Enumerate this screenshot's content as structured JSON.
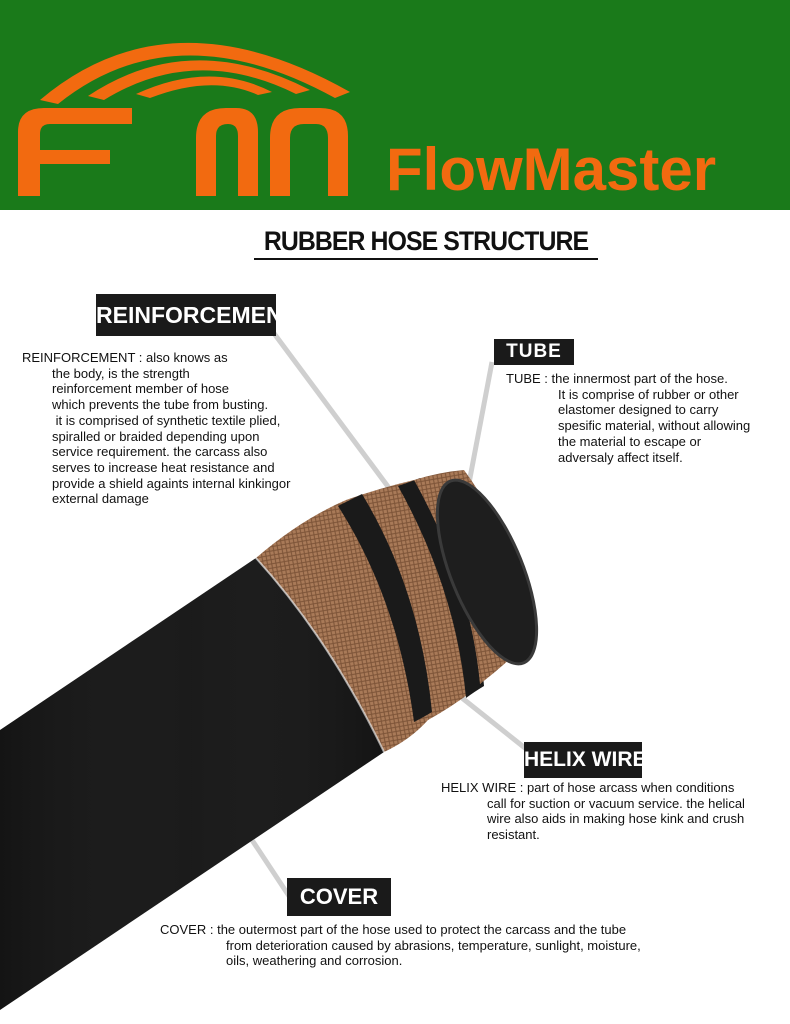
{
  "header": {
    "brand_name": "FlowMaster",
    "colors": {
      "background": "#1a7a1a",
      "accent": "#f26a10"
    },
    "logo": "fm-arcs-logo"
  },
  "title": "RUBBER HOSE STRUCTURE",
  "sections": {
    "reinforcement": {
      "label": "REINFORCEMENT",
      "term": "REINFORCEMENT : ",
      "first_line": "also knows as",
      "lines": [
        "the body, is the strength",
        "reinforcement member of hose",
        "which prevents the tube from busting.",
        " it is comprised of synthetic textile plied,",
        "spiralled or braided depending upon",
        "service requirement. the carcass also",
        "serves to increase heat resistance and",
        "provide a shield againts internal kinkingor",
        "external damage"
      ]
    },
    "tube": {
      "label": "TUBE",
      "term": "TUBE : ",
      "first_line": "the innermost part of the hose.",
      "lines": [
        "It is comprise of rubber or other",
        "elastomer designed to carry",
        "spesific material, without allowing",
        "the material to escape or",
        "adversaly affect itself."
      ]
    },
    "helix_wire": {
      "label": "HELIX WIRE",
      "term": "HELIX WIRE : ",
      "first_line": "part of hose arcass when conditions",
      "lines": [
        "call for suction or vacuum service. the helical",
        "wire also aids in making hose kink and crush",
        "resistant."
      ]
    },
    "cover": {
      "label": "COVER",
      "term": "COVER : ",
      "first_line": "the outermost part of the hose used to protect the carcass and the tube",
      "lines": [
        "from deterioration caused by abrasions, temperature, sunlight, moisture,",
        "oils, weathering and corrosion."
      ]
    }
  }
}
